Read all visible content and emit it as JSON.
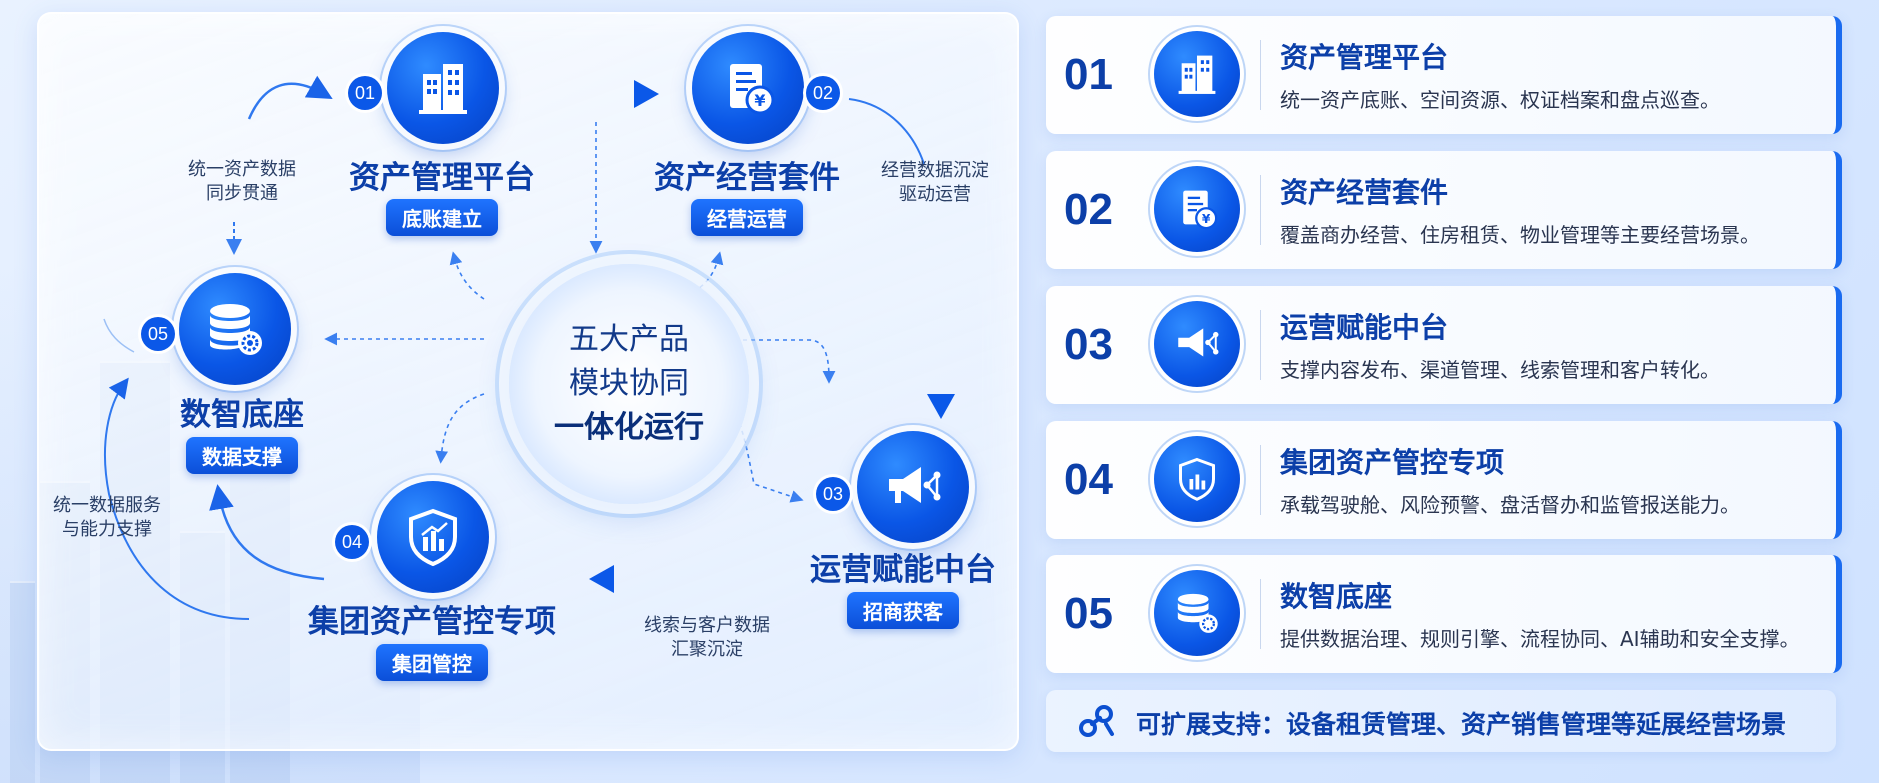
{
  "diagram": {
    "center": {
      "line1": "五大产品",
      "line2": "模块协同",
      "line3": "一体化运行"
    },
    "nodes": [
      {
        "num": "01",
        "title": "资产管理平台",
        "tag": "底账建立",
        "icon": "building-icon"
      },
      {
        "num": "02",
        "title": "资产经营套件",
        "tag": "经营运营",
        "icon": "invoice-yuan-icon"
      },
      {
        "num": "03",
        "title": "运营赋能中台",
        "tag": "招商获客",
        "icon": "megaphone-network-icon"
      },
      {
        "num": "04",
        "title": "集团资产管控专项",
        "tag": "集团管控",
        "icon": "shield-chart-icon"
      },
      {
        "num": "05",
        "title": "数智底座",
        "tag": "数据支撑",
        "icon": "database-gear-icon"
      }
    ],
    "notes": {
      "n1": {
        "l1": "统一资产数据",
        "l2": "同步贯通"
      },
      "n2": {
        "l1": "经营数据沉淀",
        "l2": "驱动运营"
      },
      "n3": {
        "l1": "线索与客户数据",
        "l2": "汇聚沉淀"
      },
      "n4": {
        "l1": "统一数据服务",
        "l2": "与能力支撑"
      }
    }
  },
  "cards": [
    {
      "num": "01",
      "title": "资产管理平台",
      "desc": "统一资产底账、空间资源、权证档案和盘点巡查。"
    },
    {
      "num": "02",
      "title": "资产经营套件",
      "desc": "覆盖商办经营、住房租赁、物业管理等主要经营场景。"
    },
    {
      "num": "03",
      "title": "运营赋能中台",
      "desc": "支撑内容发布、渠道管理、线索管理和客户转化。"
    },
    {
      "num": "04",
      "title": "集团资产管控专项",
      "desc": "承载驾驶舱、风险预警、盘活督办和监管报送能力。"
    },
    {
      "num": "05",
      "title": "数智底座",
      "desc": "提供数据治理、规则引擎、流程协同、AI辅助和安全支撑。"
    }
  ],
  "extension": {
    "text": "可扩展支持：设备租赁管理、资产销售管理等延展经营场景",
    "icon": "expand-link-icon"
  },
  "colors": {
    "primary": "#0b58e8",
    "title": "#0c3fa8",
    "bg": "#dbe9ff"
  }
}
